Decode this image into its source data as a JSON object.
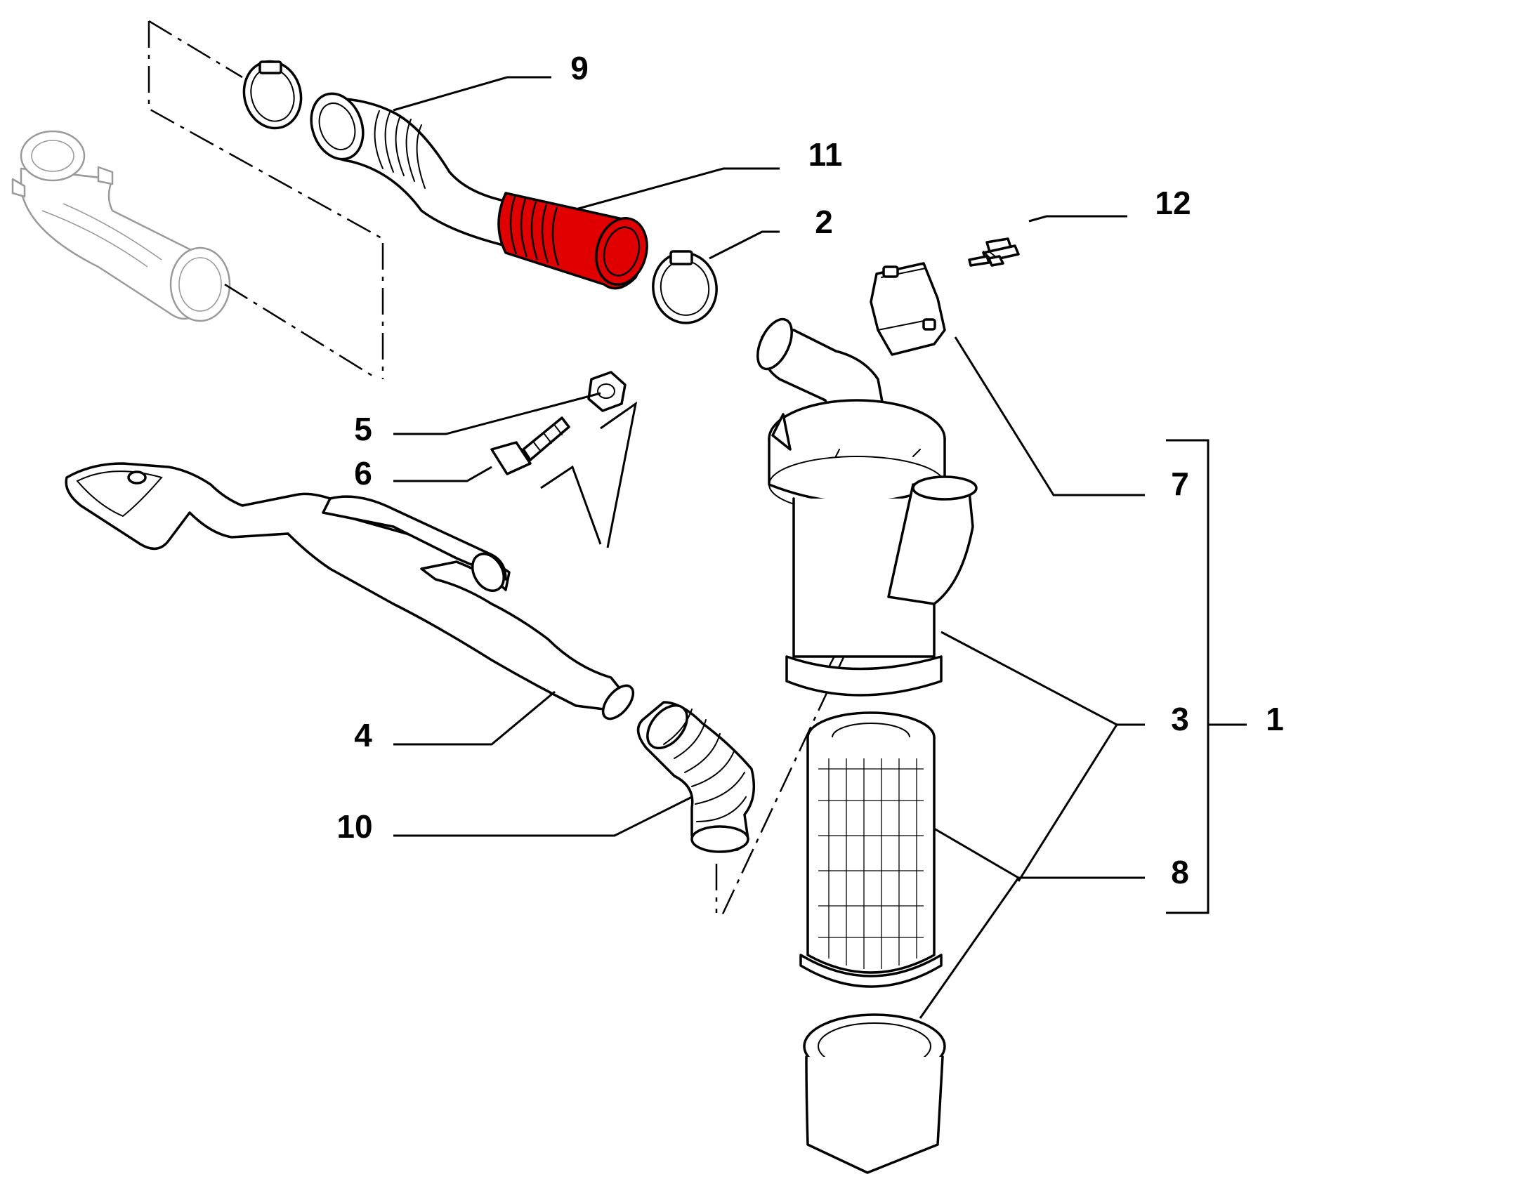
{
  "callouts": {
    "c1": "1",
    "c2": "2",
    "c3": "3",
    "c4": "4",
    "c5": "5",
    "c6": "6",
    "c7": "7",
    "c8": "8",
    "c9": "9",
    "c10": "10",
    "c11": "11",
    "c12": "12"
  },
  "colors": {
    "highlight": "#e00000",
    "line": "#000000",
    "ghost_part": "#9a9a9a",
    "background": "#ffffff"
  },
  "highlighted_part": "11"
}
